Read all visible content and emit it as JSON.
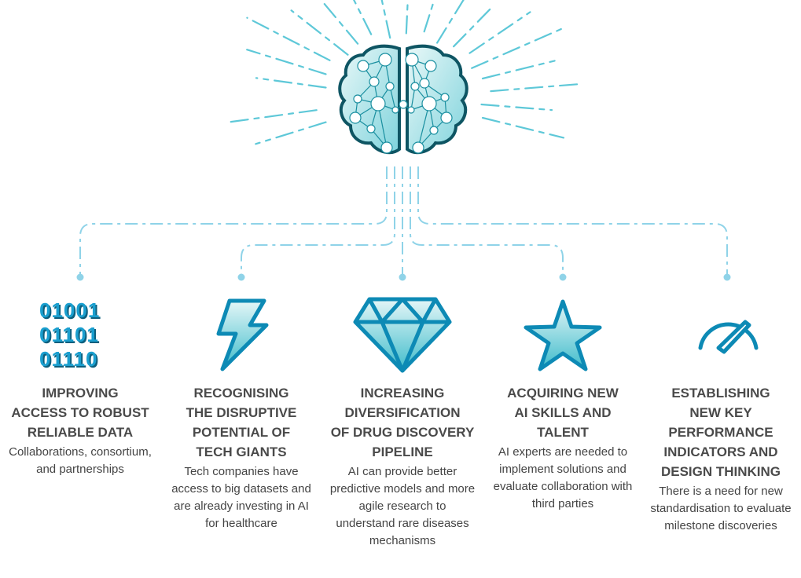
{
  "colors": {
    "teal": "#37b9c8",
    "teal_light": "#c9ecef",
    "dark_teal": "#0e5563",
    "blue": "#1a9fcf",
    "connector": "#8fd3e8",
    "text": "#4a4a4a"
  },
  "brain": {
    "icon": "brain-network-icon"
  },
  "columns": [
    {
      "icon": "binary-data-icon",
      "binary_lines": [
        "01001",
        "01101",
        "01110"
      ],
      "title": "IMPROVING\nACCESS TO ROBUST\nRELIABLE DATA",
      "description": "Collaborations, consortium,\nand partnerships"
    },
    {
      "icon": "lightning-icon",
      "title": "RECOGNISING\nTHE DISRUPTIVE\nPOTENTIAL OF\nTECH GIANTS",
      "description": "Tech companies have\naccess to big datasets and\nare already investing in AI\nfor healthcare"
    },
    {
      "icon": "diamond-icon",
      "title": "INCREASING\nDIVERSIFICATION\nOF DRUG DISCOVERY\nPIPELINE",
      "description": "AI can provide better\npredictive models and more\nagile research to\nunderstand rare diseases\nmechanisms"
    },
    {
      "icon": "star-icon",
      "title": "ACQUIRING NEW\nAI SKILLS AND\nTALENT",
      "description": "AI experts are needed to\nimplement solutions and\nevaluate collaboration with\nthird parties"
    },
    {
      "icon": "gauge-icon",
      "title": "ESTABLISHING\nNEW KEY\nPERFORMANCE\nINDICATORS AND\nDESIGN THINKING",
      "description": "There is a need for new\nstandardisation to evaluate\nmilestone discoveries"
    }
  ]
}
